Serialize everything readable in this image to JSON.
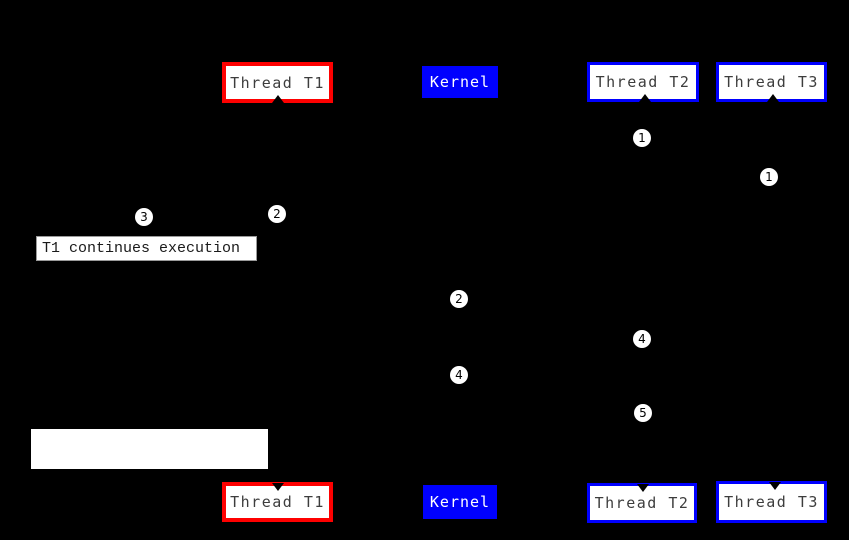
{
  "boxes": {
    "top": [
      {
        "id": "thread-t1",
        "label": "Thread T1",
        "variant": "red-outline"
      },
      {
        "id": "kernel",
        "label": "Kernel",
        "variant": "blue-fill"
      },
      {
        "id": "thread-t2",
        "label": "Thread T2",
        "variant": "blue-outline"
      },
      {
        "id": "thread-t3",
        "label": "Thread T3",
        "variant": "blue-outline"
      }
    ],
    "bottom": [
      {
        "id": "thread-t1",
        "label": "Thread T1",
        "variant": "red-outline"
      },
      {
        "id": "kernel",
        "label": "Kernel",
        "variant": "blue-fill"
      },
      {
        "id": "thread-t2",
        "label": "Thread T2",
        "variant": "blue-outline"
      },
      {
        "id": "thread-t3",
        "label": "Thread T3",
        "variant": "blue-outline"
      }
    ]
  },
  "labels": {
    "t1_continues": "T1 continues execution"
  },
  "markers": [
    {
      "n": "1"
    },
    {
      "n": "1"
    },
    {
      "n": "3"
    },
    {
      "n": "2"
    },
    {
      "n": "2"
    },
    {
      "n": "4"
    },
    {
      "n": "4"
    },
    {
      "n": "5"
    }
  ],
  "palette": {
    "background": "#000000",
    "red_border": "#fe0000",
    "blue": "#0000fe",
    "box_fill": "#ffffff",
    "box_text": "#3d3d3d",
    "kernel_text": "#ffffff",
    "marker_fill": "#ffffff",
    "marker_text": "#000000"
  }
}
